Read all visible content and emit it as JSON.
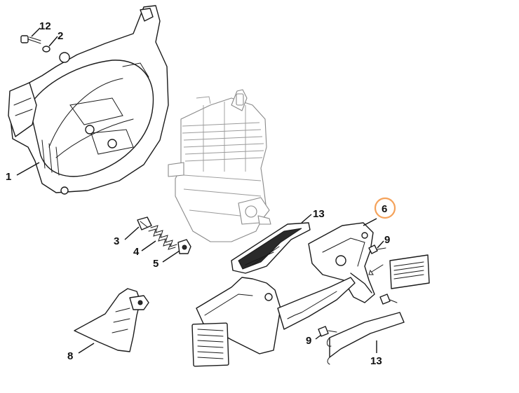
{
  "callouts": [
    {
      "id": "c12",
      "text": "12"
    },
    {
      "id": "c2",
      "text": "2"
    },
    {
      "id": "c1",
      "text": "1"
    },
    {
      "id": "c13a",
      "text": "13"
    },
    {
      "id": "c6",
      "text": "6"
    },
    {
      "id": "c9a",
      "text": "9"
    },
    {
      "id": "c3",
      "text": "3"
    },
    {
      "id": "c4",
      "text": "4"
    },
    {
      "id": "c5",
      "text": "5"
    },
    {
      "id": "c8",
      "text": "8"
    },
    {
      "id": "c9b",
      "text": "9"
    },
    {
      "id": "c13b",
      "text": "13"
    }
  ],
  "highlight": {
    "part": "6",
    "color": "#f5a25a"
  }
}
